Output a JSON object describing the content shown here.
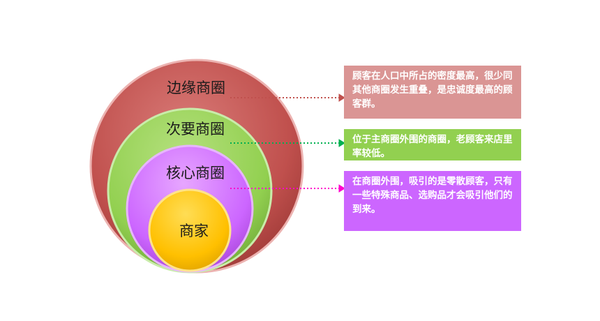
{
  "rings": {
    "outer": {
      "label": "边缘商圈",
      "color": "#c0504d"
    },
    "middle": {
      "label": "次要商圈",
      "color": "#92d050"
    },
    "core": {
      "label": "核心商圈",
      "color": "#cc66ff"
    },
    "center": {
      "label": "商家",
      "color": "#ffc000"
    }
  },
  "descriptions": {
    "outer": {
      "text": "顾客在人口中所占的密度最高，很少同其他商圈发生重叠，是忠诚度最高的顾客群。",
      "color": "#da9594",
      "arrow_color": "#c0504d"
    },
    "middle": {
      "text": "位于主商圈外围的商圈，老顾客来店里率较低。",
      "color": "#92d050",
      "arrow_color": "#00b050"
    },
    "core": {
      "text": "在商圈外围，吸引的是零散顾客，只有一些特殊商品、选购品才会吸引他们的到来。",
      "color": "#cc66ff",
      "arrow_color": "#ff00cc"
    }
  }
}
